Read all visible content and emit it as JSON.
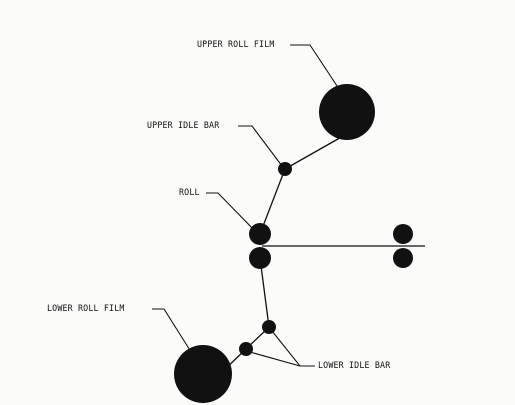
{
  "diagram": {
    "labels": {
      "upper_roll_film": "UPPER ROLL FILM",
      "upper_idle_bar": "UPPER IDLE BAR",
      "roll": "ROLL",
      "lower_roll_film": "LOWER ROLL FILM",
      "lower_idle_bar": "LOWER IDLE BAR"
    },
    "colors": {
      "ink": "#111111",
      "background": "#fbfbfa"
    }
  }
}
